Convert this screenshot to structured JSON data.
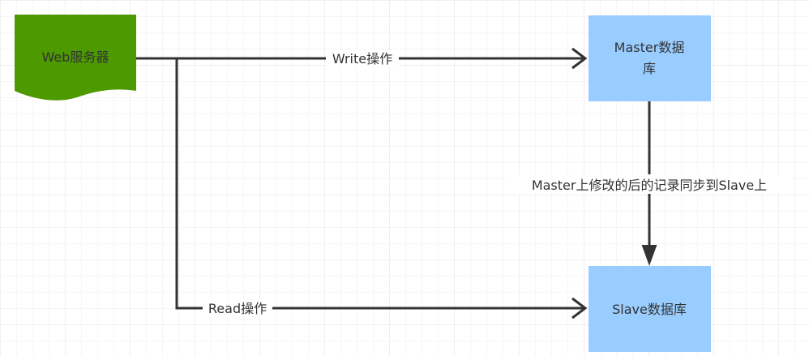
{
  "diagram": {
    "nodes": {
      "web_server": {
        "label": "Web服务器",
        "color": "#4d9900"
      },
      "master_db": {
        "label_line1": "Master数据",
        "label_line2": "库",
        "color": "#99ccff"
      },
      "slave_db": {
        "label": "Slave数据库",
        "color": "#99ccff"
      }
    },
    "edges": {
      "write": {
        "label": "Write操作"
      },
      "read": {
        "label": "Read操作"
      },
      "sync": {
        "label": "Master上修改的后的记录同步到Slave上"
      }
    },
    "colors": {
      "grid": "#e8e8e8",
      "edge": "#333333"
    }
  }
}
